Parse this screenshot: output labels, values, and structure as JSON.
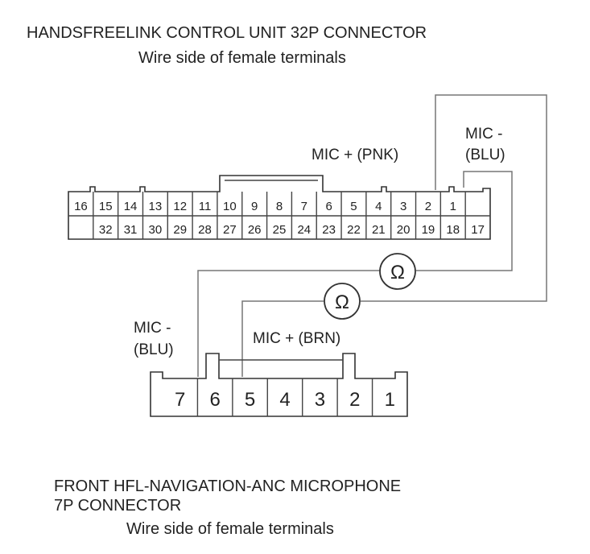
{
  "top_connector": {
    "title": "HANDSFREELINK CONTROL UNIT 32P CONNECTOR",
    "subtitle": "Wire side of female terminals",
    "row_top": [
      "16",
      "15",
      "14",
      "13",
      "12",
      "11",
      "10",
      "9",
      "8",
      "7",
      "6",
      "5",
      "4",
      "3",
      "2",
      "1",
      ""
    ],
    "row_bottom": [
      "",
      "32",
      "31",
      "30",
      "29",
      "28",
      "27",
      "26",
      "25",
      "24",
      "23",
      "22",
      "21",
      "20",
      "19",
      "18",
      "17"
    ]
  },
  "bottom_connector": {
    "title_line1": "FRONT HFL-NAVIGATION-ANC MICROPHONE",
    "title_line2": "7P CONNECTOR",
    "subtitle": "Wire side of female terminals",
    "pins": [
      "7",
      "6",
      "5",
      "4",
      "3",
      "2",
      "1"
    ]
  },
  "labels": {
    "mic_plus_top": "MIC +  (PNK)",
    "mic_minus_top_1": "MIC -",
    "mic_minus_top_2": "(BLU)",
    "mic_minus_bottom_1": "MIC -",
    "mic_minus_bottom_2": "(BLU)",
    "mic_plus_bottom": "MIC +  (BRN)"
  },
  "meters": [
    {
      "symbol": "Ω"
    },
    {
      "symbol": "Ω"
    }
  ]
}
